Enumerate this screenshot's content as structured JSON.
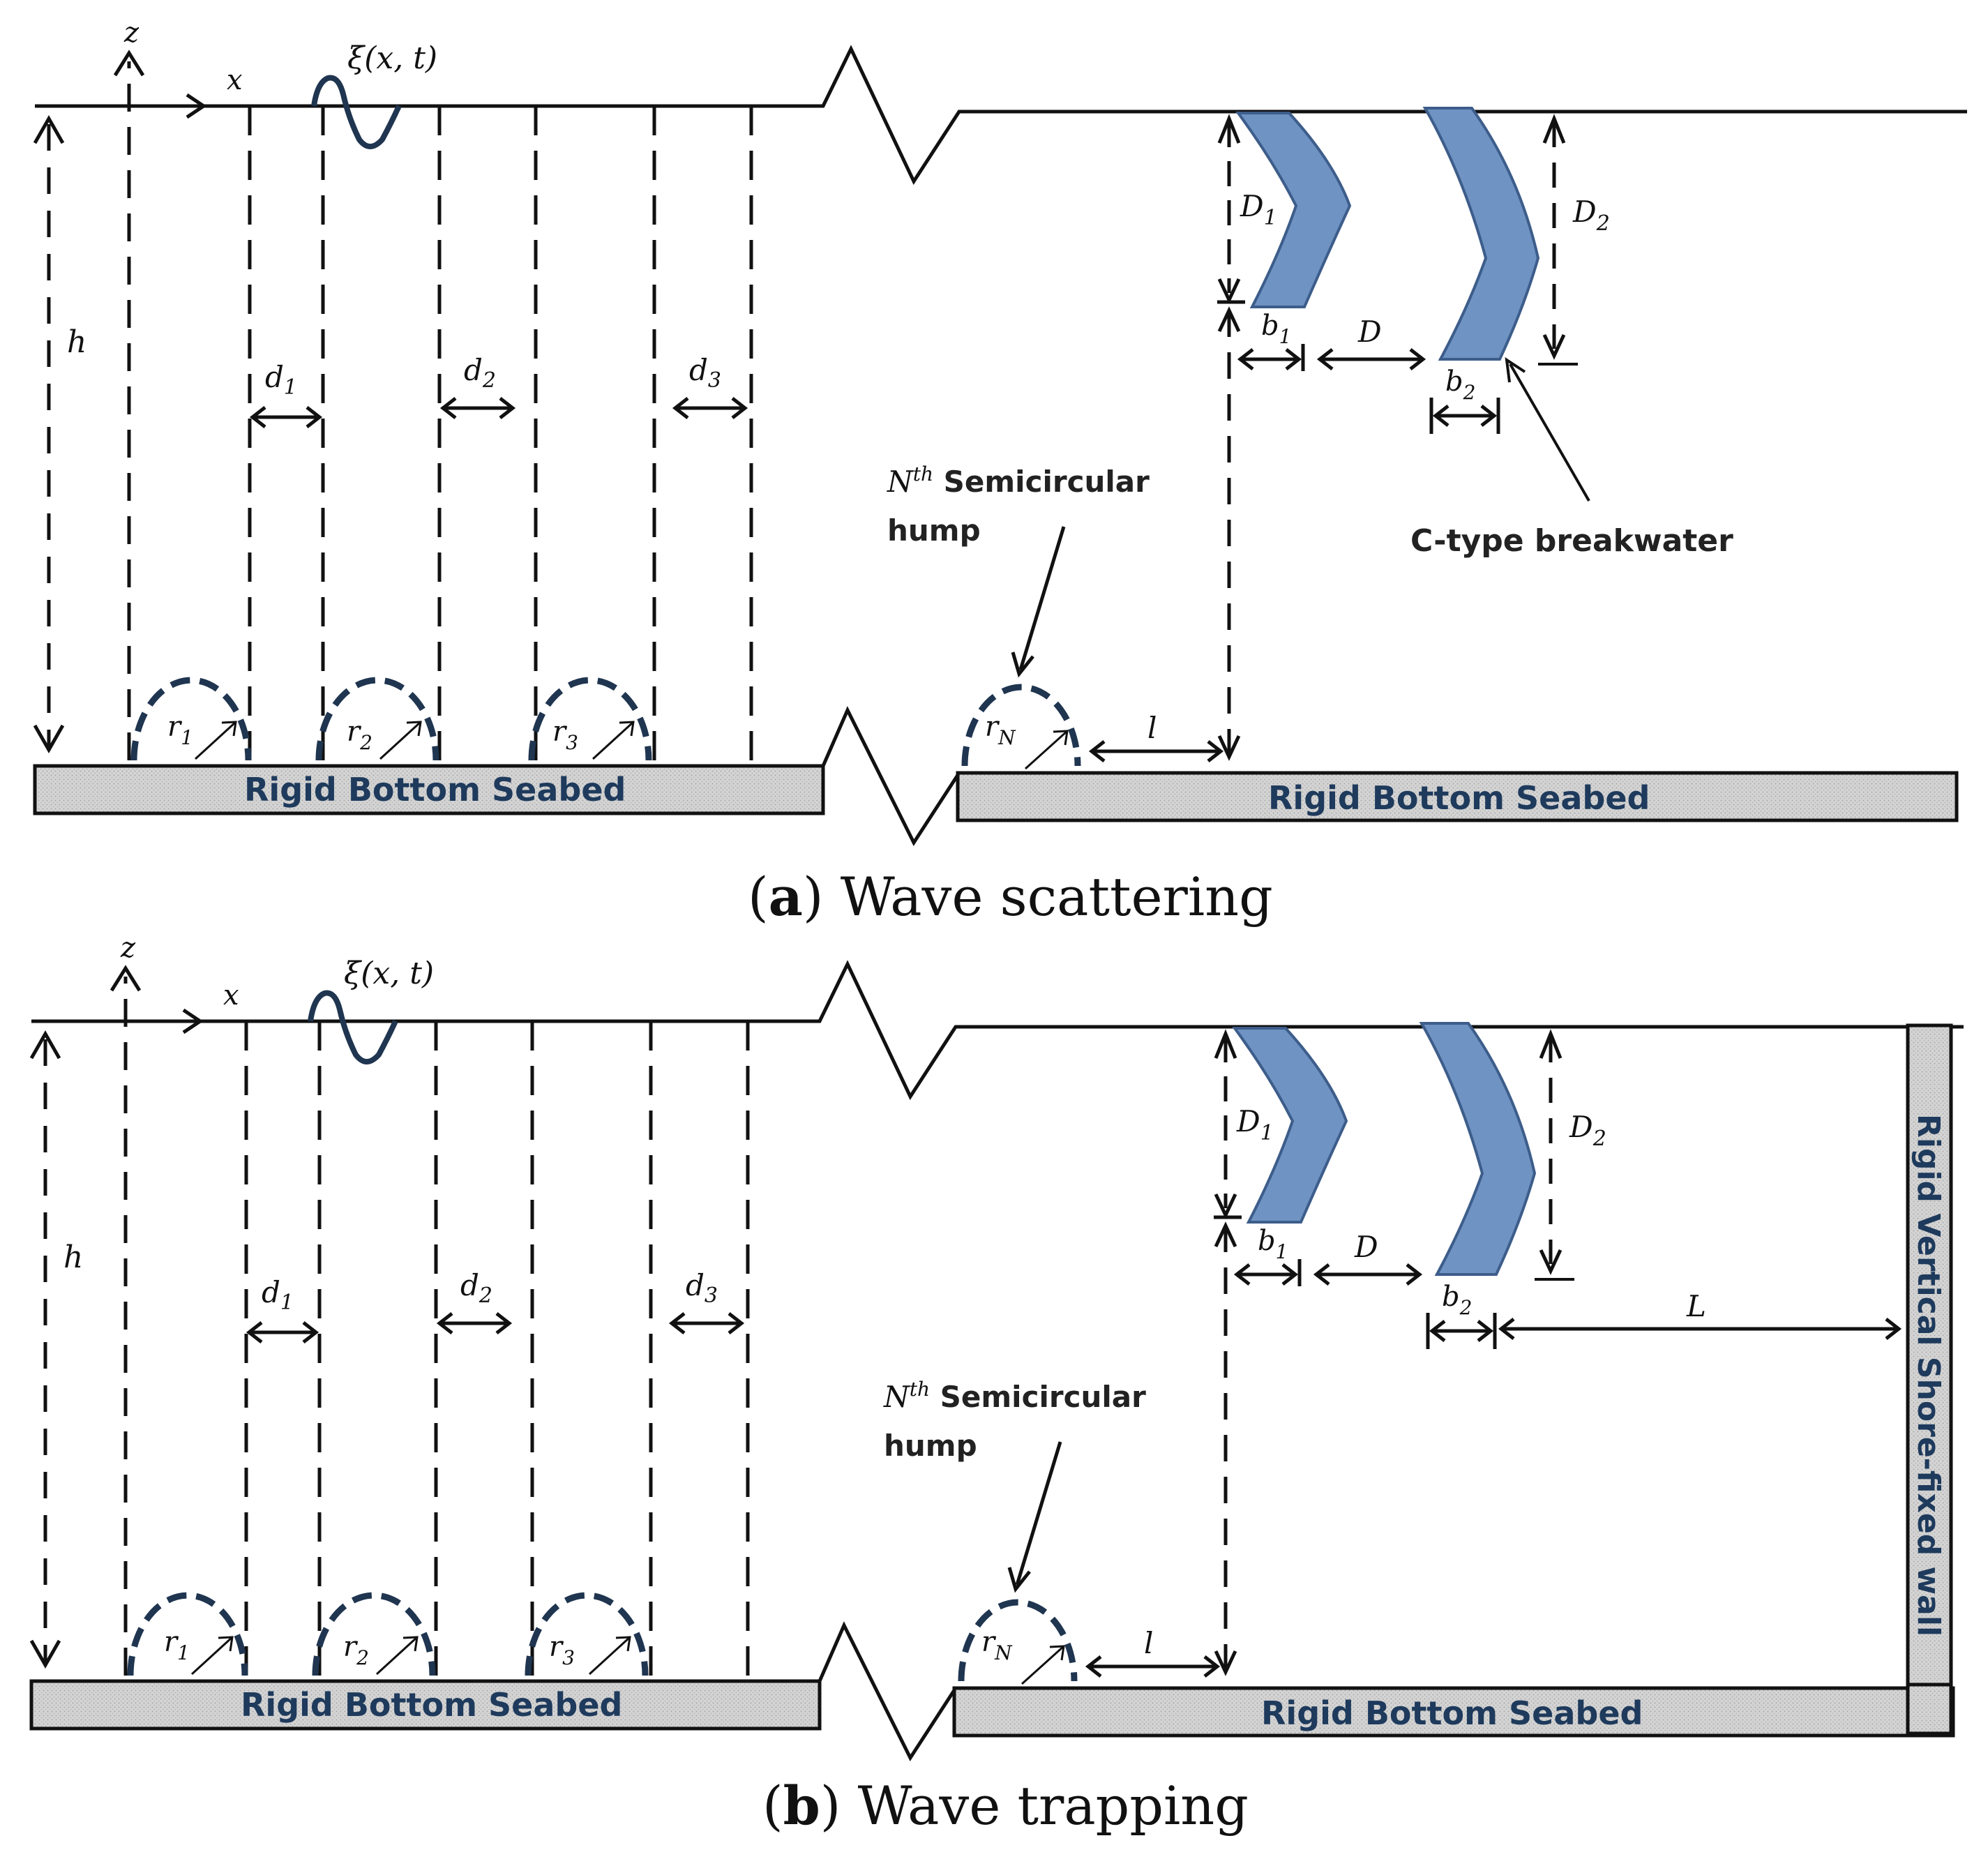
{
  "colors": {
    "line": "#111111",
    "hump": "#1f3550",
    "breakwater": "#6f93c3",
    "seabed_fill": "#d2d2d2",
    "seabed_text": "#1e3a5c",
    "wave": "#1f3550"
  },
  "panel_a": {
    "caption_letter": "a",
    "caption_text": " Wave scattering",
    "labels": {
      "z": "z",
      "x": "x",
      "surface": "ξ(x, t)",
      "h": "h",
      "d1": "d",
      "d1_sub": "1",
      "d2": "d",
      "d2_sub": "2",
      "d3": "d",
      "d3_sub": "3",
      "r1": "r",
      "r1_sub": "1",
      "r2": "r",
      "r2_sub": "2",
      "r3": "r",
      "r3_sub": "3",
      "rN": "r",
      "rN_sub": "N",
      "l": "l",
      "D1": "D",
      "D1_sub": "1",
      "D2": "D",
      "D2_sub": "2",
      "D": "D",
      "b1": "b",
      "b1_sub": "1",
      "b2": "b",
      "b2_sub": "2",
      "nth": "N",
      "nth_sup": "th",
      "hump_line1": " Semicircular",
      "hump_line2": "hump",
      "breakwater": "C-type breakwater",
      "seabed_left": "Rigid Bottom Seabed",
      "seabed_right": "Rigid Bottom Seabed"
    }
  },
  "panel_b": {
    "caption_letter": "b",
    "caption_text": " Wave trapping",
    "labels": {
      "z": "z",
      "x": "x",
      "surface": "ξ(x, t)",
      "h": "h",
      "d1": "d",
      "d1_sub": "1",
      "d2": "d",
      "d2_sub": "2",
      "d3": "d",
      "d3_sub": "3",
      "r1": "r",
      "r1_sub": "1",
      "r2": "r",
      "r2_sub": "2",
      "r3": "r",
      "r3_sub": "3",
      "rN": "r",
      "rN_sub": "N",
      "l": "l",
      "D1": "D",
      "D1_sub": "1",
      "D2": "D",
      "D2_sub": "2",
      "D": "D",
      "b1": "b",
      "b1_sub": "1",
      "b2": "b",
      "b2_sub": "2",
      "L": "L",
      "nth": "N",
      "nth_sup": "th",
      "hump_line1": " Semicircular",
      "hump_line2": "hump",
      "wall": "Rigid Vertical Shore-fixed wall",
      "seabed_left": "Rigid Bottom Seabed",
      "seabed_right": "Rigid Bottom Seabed"
    }
  }
}
